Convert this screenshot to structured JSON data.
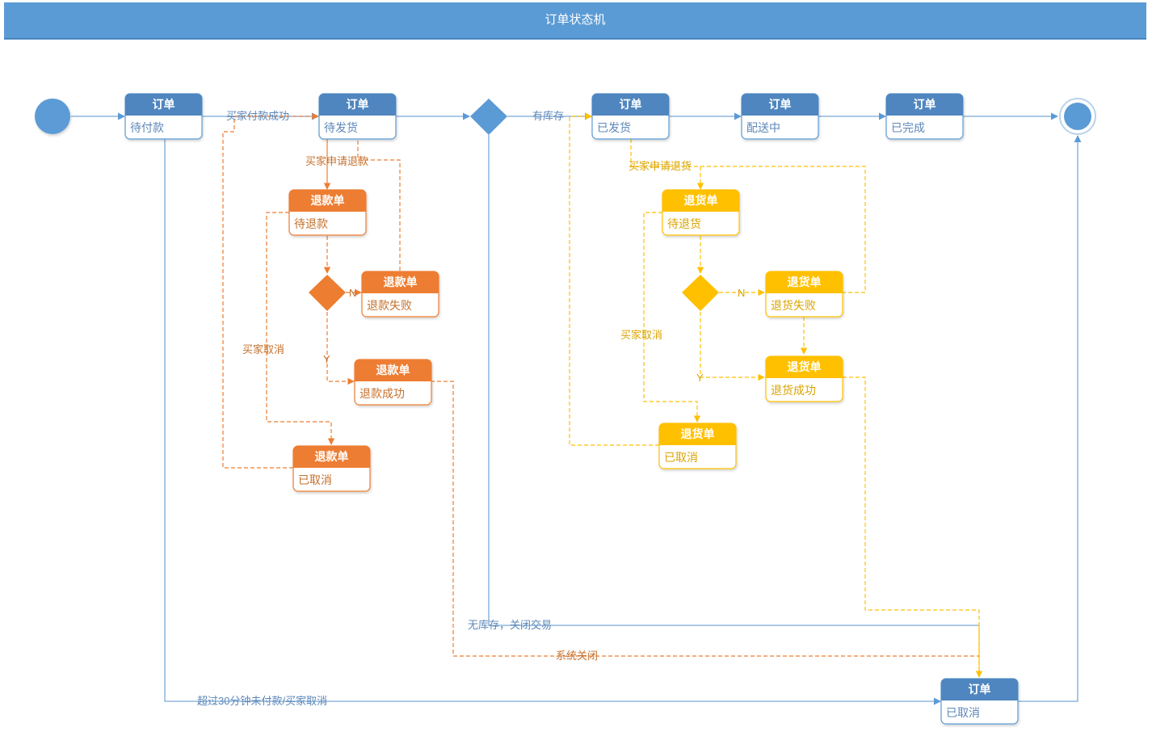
{
  "title": "订单状态机",
  "colors": {
    "blue": "#5b9bd5",
    "blue_head": "#4f86bf",
    "blue_line": "#7aa9d8",
    "blue_text": "#5b87b8",
    "orange": "#ed7d31",
    "orange_text": "#c5702c",
    "yellow": "#ffc000",
    "yellow_text": "#d9a400"
  },
  "nodes": {
    "o1": {
      "head": "订单",
      "body": "待付款"
    },
    "o2": {
      "head": "订单",
      "body": "待发货"
    },
    "o3": {
      "head": "订单",
      "body": "已发货"
    },
    "o4": {
      "head": "订单",
      "body": "配送中"
    },
    "o5": {
      "head": "订单",
      "body": "已完成"
    },
    "o6": {
      "head": "订单",
      "body": "已取消"
    },
    "r1": {
      "head": "退款单",
      "body": "待退款"
    },
    "r2": {
      "head": "退款单",
      "body": "退款失败"
    },
    "r3": {
      "head": "退款单",
      "body": "退款成功"
    },
    "r4": {
      "head": "退款单",
      "body": "已取消"
    },
    "g1": {
      "head": "退货单",
      "body": "待退货"
    },
    "g2": {
      "head": "退货单",
      "body": "退货失败"
    },
    "g3": {
      "head": "退货单",
      "body": "退货成功"
    },
    "g4": {
      "head": "退货单",
      "body": "已取消"
    }
  },
  "labels": {
    "pay_success": "买家付款成功",
    "in_stock": "有库存",
    "apply_refund": "买家申请退款",
    "apply_return": "买家申请退货",
    "refund_n": "N",
    "refund_y": "Y",
    "return_n": "N",
    "return_y": "Y",
    "buyer_cancel_refund": "买家取消",
    "buyer_cancel_return": "买家取消",
    "no_stock": "无库存，关闭交易",
    "system_close": "系统关闭",
    "timeout": "超过30分钟未付款/买家取消"
  }
}
